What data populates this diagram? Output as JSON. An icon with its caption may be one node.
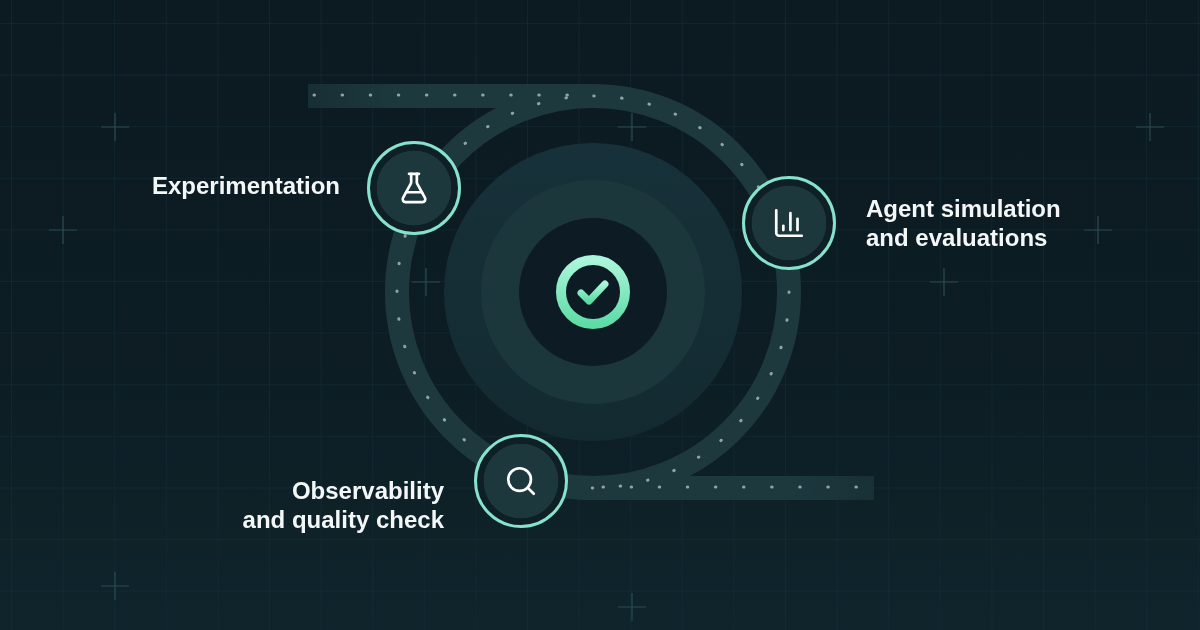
{
  "diagram": {
    "nodes": [
      {
        "text": [],
        "shape": "circle",
        "beside": [
          "Experimentation"
        ]
      },
      {
        "text": [],
        "shape": "circle",
        "beside": [
          "Agent simulation and evaluations"
        ]
      },
      {
        "text": [],
        "shape": "circle",
        "beside": [
          "Observability and quality check"
        ]
      }
    ]
  }
}
